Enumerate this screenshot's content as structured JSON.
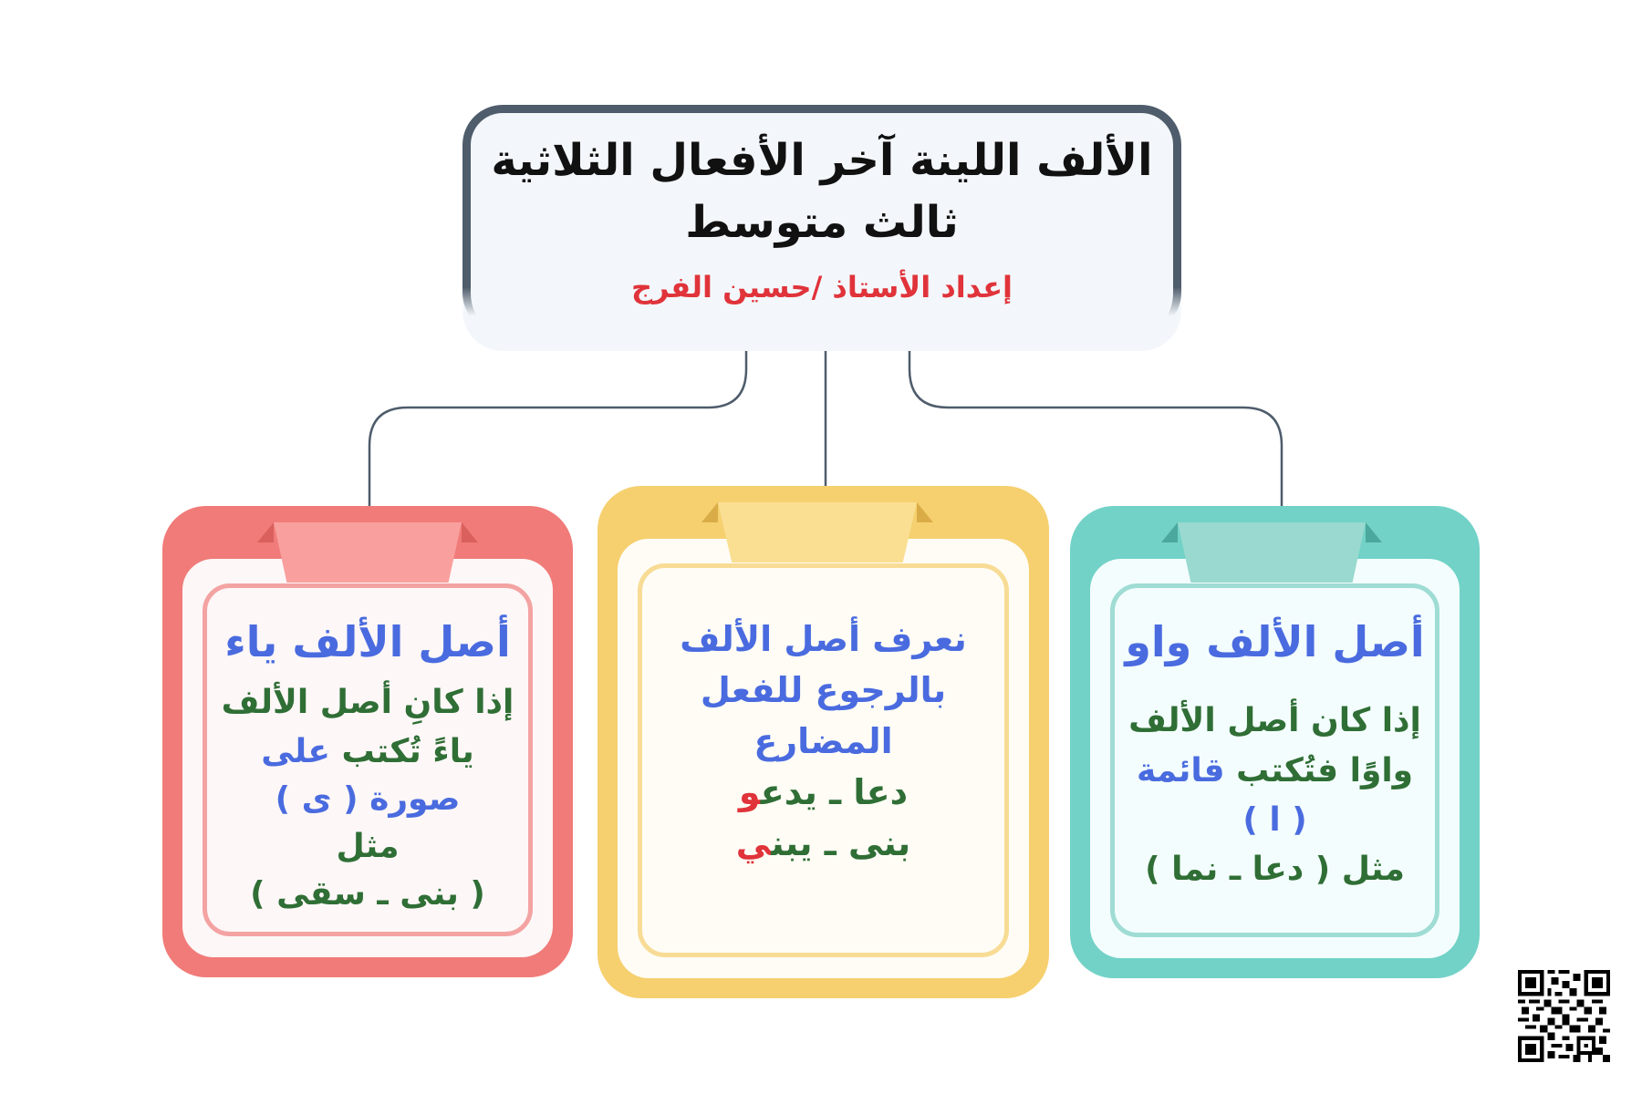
{
  "title_box": {
    "line1": "الألف اللينة آخر الأفعال الثلاثية",
    "line2": "ثالث متوسط",
    "author": "إعداد الأستاذ /حسين الفرج"
  },
  "cards": {
    "left": {
      "heading": "أصل الألف ياء",
      "l1": "إذا كانِ أصل الألف",
      "l2_green": "ياءً تُكتب",
      "l2_blue": "على",
      "l3": "صورة ( ى )",
      "l4": "مثل",
      "l5": "( بنى ـ سقى )"
    },
    "middle": {
      "l1": "نعرف أصل الألف",
      "l2": "بالرجوع للفعل",
      "l3": "المضارع",
      "ex1_main": "دعا ـ يدع",
      "ex1_highlight": "و",
      "ex2_main": "بنى ـ يبن",
      "ex2_highlight": "ي"
    },
    "right": {
      "heading": "أصل الألف واو",
      "l1": "إذا كان أصل الألف",
      "l2_green": "واوًا فتُكتب",
      "l2_blue": "قائمة",
      "l3": "( ا )",
      "l4": "مثل ( دعا ـ نما )"
    }
  },
  "colors": {
    "title_border": "#4e5c6b",
    "author_red": "#e0333a",
    "heading_blue": "#4a6bdf",
    "body_green": "#2f6e35",
    "left_card": "#f07b78",
    "middle_card": "#f6d06f",
    "right_card": "#72d2c7",
    "connector": "#4e5c6b"
  },
  "qr_code": {
    "icon": "qr-code-icon"
  }
}
